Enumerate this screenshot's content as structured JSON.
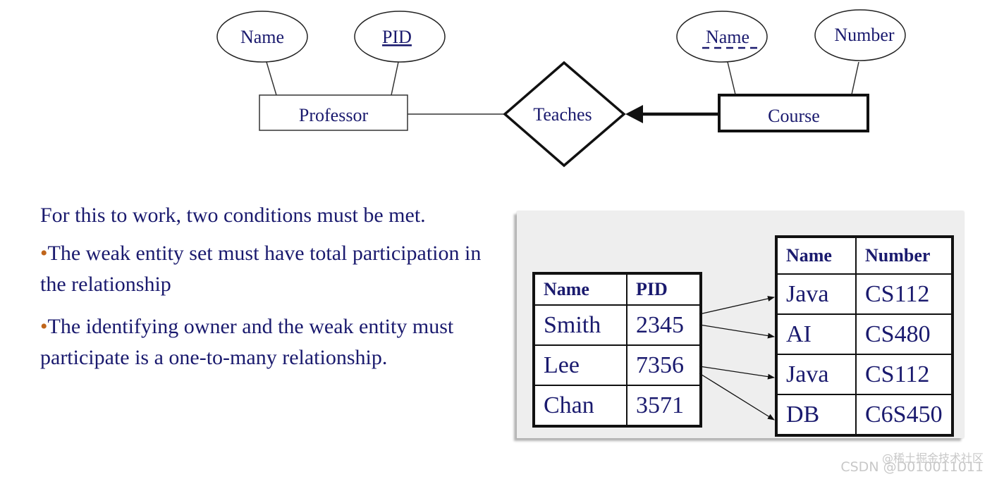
{
  "er_diagram": {
    "attributes": {
      "professor_name": "Name",
      "professor_pid": "PID",
      "course_name": "Name",
      "course_number": "Number"
    },
    "entities": {
      "professor": "Professor",
      "course": "Course"
    },
    "relationship": "Teaches"
  },
  "text": {
    "intro": "For this to work, two conditions must be met.",
    "bullet_symbol": "•",
    "bullet1": "The weak entity set must have total participation in the relationship",
    "bullet2": "The identifying owner and the weak entity must participate is a one-to-many relationship."
  },
  "professor_table": {
    "headers": [
      "Name",
      "PID"
    ],
    "rows": [
      [
        "Smith",
        "2345"
      ],
      [
        "Lee",
        "7356"
      ],
      [
        "Chan",
        "3571"
      ]
    ]
  },
  "course_table": {
    "headers": [
      "Name",
      "Number"
    ],
    "rows": [
      [
        "Java",
        "CS112"
      ],
      [
        "AI",
        "CS480"
      ],
      [
        "Java",
        "CS112"
      ],
      [
        "DB",
        "C6S450"
      ]
    ]
  },
  "watermarks": {
    "line1": "@稀土掘金技术社区",
    "line2": "CSDN @D010011011"
  }
}
